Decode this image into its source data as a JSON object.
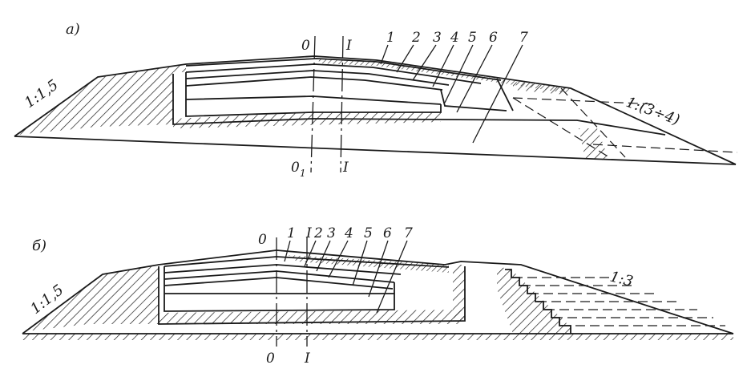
{
  "diagram_a": {
    "panel_label": "а)",
    "left_slope": "1:1,5",
    "right_slope": "1:(3÷4)",
    "axis_0_top": "0",
    "axis_I_top": "I",
    "axis_0_bottom": "0",
    "axis_0_bottom_sub": "1",
    "axis_I_bottom": "I",
    "layer_numbers": [
      "1",
      "2",
      "3",
      "4",
      "5",
      "6",
      "7"
    ]
  },
  "diagram_b": {
    "panel_label": "б)",
    "left_slope": "1:1,5",
    "right_slope": "1:3",
    "axis_0_top": "0",
    "axis_I_top": "I",
    "axis_0_bottom": "0",
    "axis_I_bottom": "I",
    "layer_numbers": [
      "1",
      "2",
      "3",
      "4",
      "5",
      "6",
      "7"
    ]
  },
  "colors": {
    "ink": "#1a1a1a",
    "paper": "#ffffff"
  }
}
